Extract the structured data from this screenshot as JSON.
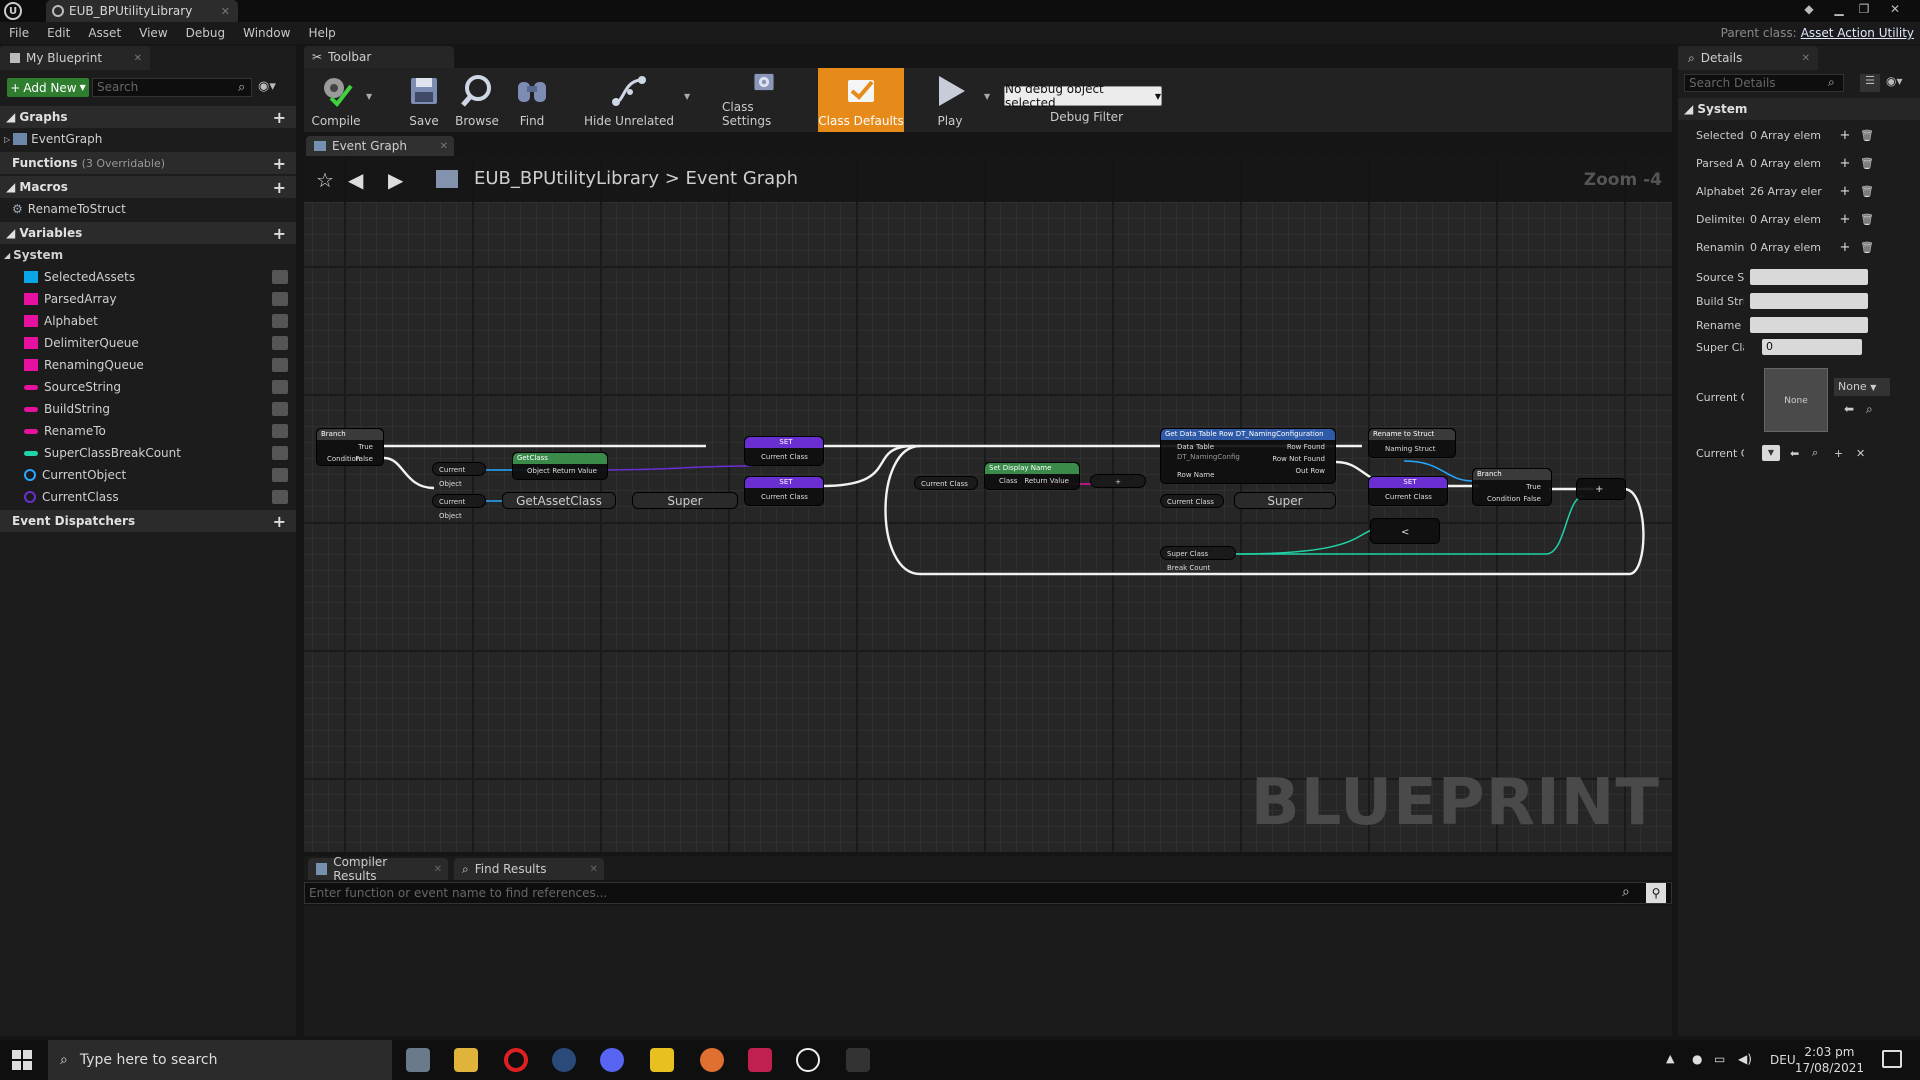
{
  "window": {
    "title": "EUB_BPUtilityLibrary",
    "logo": "U"
  },
  "menu": [
    "File",
    "Edit",
    "Asset",
    "View",
    "Debug",
    "Window",
    "Help"
  ],
  "parent_class": {
    "label": "Parent class:",
    "value": "Asset Action Utility"
  },
  "my_blueprint": {
    "tab": "My Blueprint",
    "add_new": "Add New",
    "search_placeholder": "Search",
    "graphs": {
      "title": "Graphs",
      "items": [
        "EventGraph"
      ]
    },
    "functions": {
      "title": "Functions",
      "note": "(3 Overridable)"
    },
    "macros": {
      "title": "Macros",
      "items": [
        "RenameToStruct"
      ]
    },
    "variables": {
      "title": "Variables",
      "category": "System",
      "items": [
        {
          "name": "SelectedAssets",
          "color": "#0aa6e8"
        },
        {
          "name": "ParsedArray",
          "color": "#e6119e"
        },
        {
          "name": "Alphabet",
          "color": "#e6119e"
        },
        {
          "name": "DelimiterQueue",
          "color": "#e6119e"
        },
        {
          "name": "RenamingQueue",
          "color": "#e6119e"
        },
        {
          "name": "SourceString",
          "color": "#e6119e"
        },
        {
          "name": "BuildString",
          "color": "#e6119e"
        },
        {
          "name": "RenameTo",
          "color": "#e6119e"
        },
        {
          "name": "SuperClassBreakCount",
          "color": "#1fd3a8"
        },
        {
          "name": "CurrentObject",
          "color": "#27a7ff"
        },
        {
          "name": "CurrentClass",
          "color": "#6a2fd0"
        }
      ]
    },
    "event_dispatchers": {
      "title": "Event Dispatchers"
    }
  },
  "toolbar": {
    "tab": "Toolbar",
    "buttons": [
      "Compile",
      "Save",
      "Browse",
      "Find",
      "Hide Unrelated",
      "Class Settings",
      "Class Defaults",
      "Play"
    ],
    "debug_select": "No debug object selected",
    "debug_label": "Debug Filter"
  },
  "graph": {
    "tab": "Event Graph",
    "breadcrumb_root": "EUB_BPUtilityLibrary",
    "breadcrumb_sep": ">",
    "breadcrumb_leaf": "Event Graph",
    "zoom": "Zoom -4",
    "watermark": "BLUEPRINT",
    "nodes": {
      "branch1": "Branch",
      "true": "True",
      "false": "False",
      "condition": "Condition",
      "getclass": "GetClass",
      "object": "Object",
      "return_value": "Return Value",
      "current_object": "Current Object",
      "current_class": "Current Class",
      "set": "SET",
      "getassetclass": "GetAssetClass",
      "super": "Super",
      "display_name": "Set Display Name",
      "class": "Class",
      "datatable": "Get Data Table Row DT_NamingConfiguration",
      "data_table": "Data Table",
      "dt_value": "DT_NamingConfig",
      "row_name": "Row Name",
      "row_found": "Row Found",
      "row_not_found": "Row Not Found",
      "out_row": "Out Row",
      "rename_struct": "Rename to Struct",
      "naming_struct": "Naming Struct",
      "branch2": "Branch",
      "super_break": "Super Class Break Count",
      "plus": "+",
      "compare": "<"
    }
  },
  "bottom": {
    "tabs": [
      "Compiler Results",
      "Find Results"
    ],
    "find_placeholder": "Enter function or event name to find references..."
  },
  "details": {
    "tab": "Details",
    "search_placeholder": "Search Details",
    "category": "System",
    "rows": [
      {
        "label": "Selected As",
        "value": "0 Array elem"
      },
      {
        "label": "Parsed Array",
        "value": "0 Array elem"
      },
      {
        "label": "Alphabet",
        "value": "26 Array eler"
      },
      {
        "label": "Delimiter Qu",
        "value": "0 Array elem"
      },
      {
        "label": "Renaming Q",
        "value": "0 Array elem"
      }
    ],
    "inputs": [
      "Source Strin",
      "Build String",
      "Rename To"
    ],
    "super_class": {
      "label": "Super Class",
      "value": "0"
    },
    "current_object": {
      "label": "Current Obje",
      "thumb": "None",
      "select": "None"
    },
    "current_class": {
      "label": "Current Clas"
    }
  },
  "taskbar": {
    "search_placeholder": "Type here to search",
    "lang": "DEU",
    "time": "2:03 pm",
    "date": "17/08/2021"
  }
}
